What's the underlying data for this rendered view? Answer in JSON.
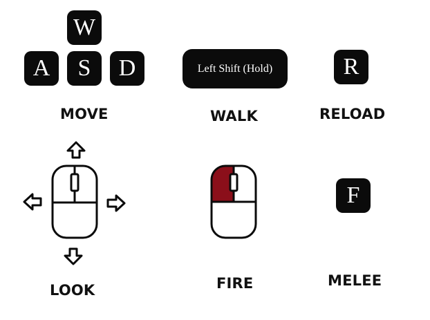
{
  "keys": {
    "w": "W",
    "a": "A",
    "s": "S",
    "d": "D",
    "walk": "Left Shift (Hold)",
    "reload": "R",
    "melee": "F"
  },
  "labels": {
    "move": "MOVE",
    "walk": "WALK",
    "reload": "RELOAD",
    "look": "LOOK",
    "fire": "FIRE",
    "melee": "MELEE"
  },
  "icons": {
    "look_mouse": "mouse-icon",
    "arrow_up": "arrow-up-icon",
    "arrow_down": "arrow-down-icon",
    "arrow_left": "arrow-left-icon",
    "arrow_right": "arrow-right-icon",
    "fire_mouse": "mouse-left-click-icon"
  },
  "colors": {
    "key_background": "#0b0b0b",
    "key_text": "#ffffff",
    "left_click_highlight": "#8b0f1a"
  }
}
